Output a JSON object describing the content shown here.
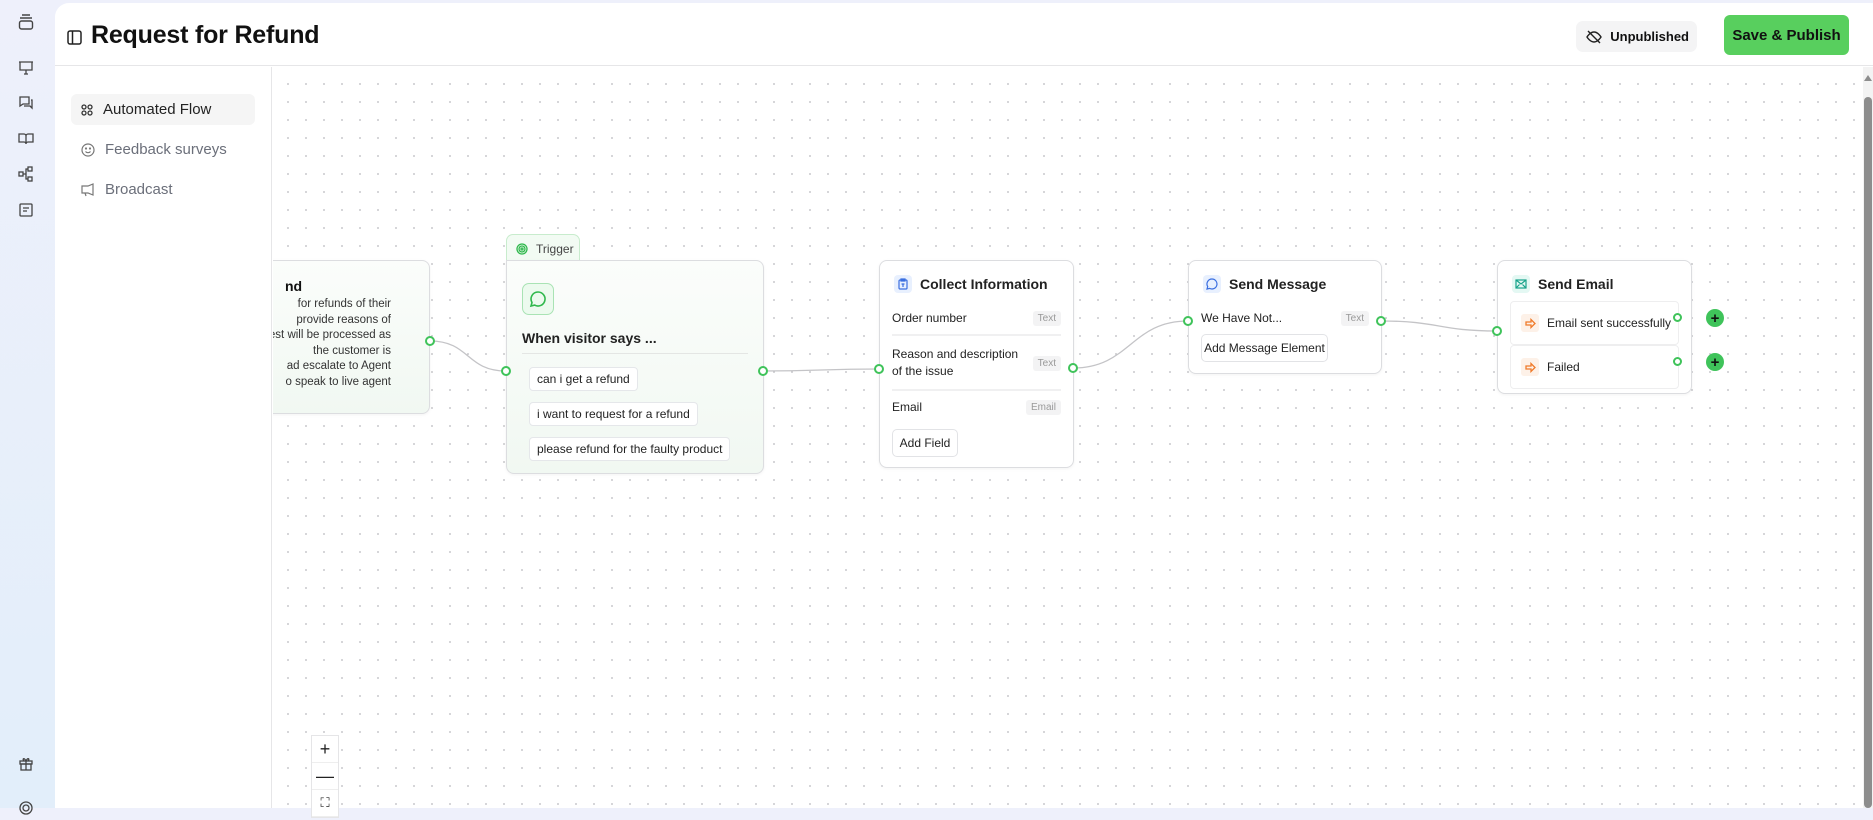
{
  "header": {
    "title": "Request for Refund",
    "status": "Unpublished",
    "save_publish": "Save & Publish"
  },
  "rail": {
    "icons": [
      "stack-icon",
      "presentation-icon",
      "chat-icon",
      "book-icon",
      "flow-icon",
      "note-icon",
      "gift-icon",
      "settings-icon"
    ]
  },
  "sidebar": {
    "items": [
      {
        "label": "Automated Flow",
        "icon": "grid-icon",
        "active": true
      },
      {
        "label": "Feedback surveys",
        "icon": "smile-icon"
      },
      {
        "label": "Broadcast",
        "icon": "megaphone-icon"
      }
    ]
  },
  "nodes": {
    "intro": {
      "title": "nd",
      "lines": [
        "for refunds of their",
        "provide reasons of",
        "est will be processed as",
        "the customer is",
        "ad escalate to Agent",
        "o speak to live agent"
      ]
    },
    "trigger": {
      "tab": "Trigger",
      "title": "When visitor says ...",
      "phrases": [
        "can i get a refund",
        "i want to request for a refund",
        "please refund for the faulty product"
      ]
    },
    "collect": {
      "title": "Collect Information",
      "fields": [
        {
          "label": "Order number",
          "type": "Text"
        },
        {
          "label": "Reason and description of the issue",
          "type": "Text"
        },
        {
          "label": "Email",
          "type": "Email"
        }
      ],
      "add": "Add Field"
    },
    "message": {
      "title": "Send Message",
      "item": "We Have Not...",
      "item_type": "Text",
      "add": "Add Message Element"
    },
    "email": {
      "title": "Send Email",
      "outputs": [
        "Email sent successfully",
        "Failed"
      ]
    }
  },
  "zoom_controls": {
    "in": "+",
    "out": "—",
    "fit": "⛶"
  },
  "colors": {
    "accent": "#58cf5e",
    "handle": "#3fc35a",
    "output_icon": "#f07a2a"
  }
}
